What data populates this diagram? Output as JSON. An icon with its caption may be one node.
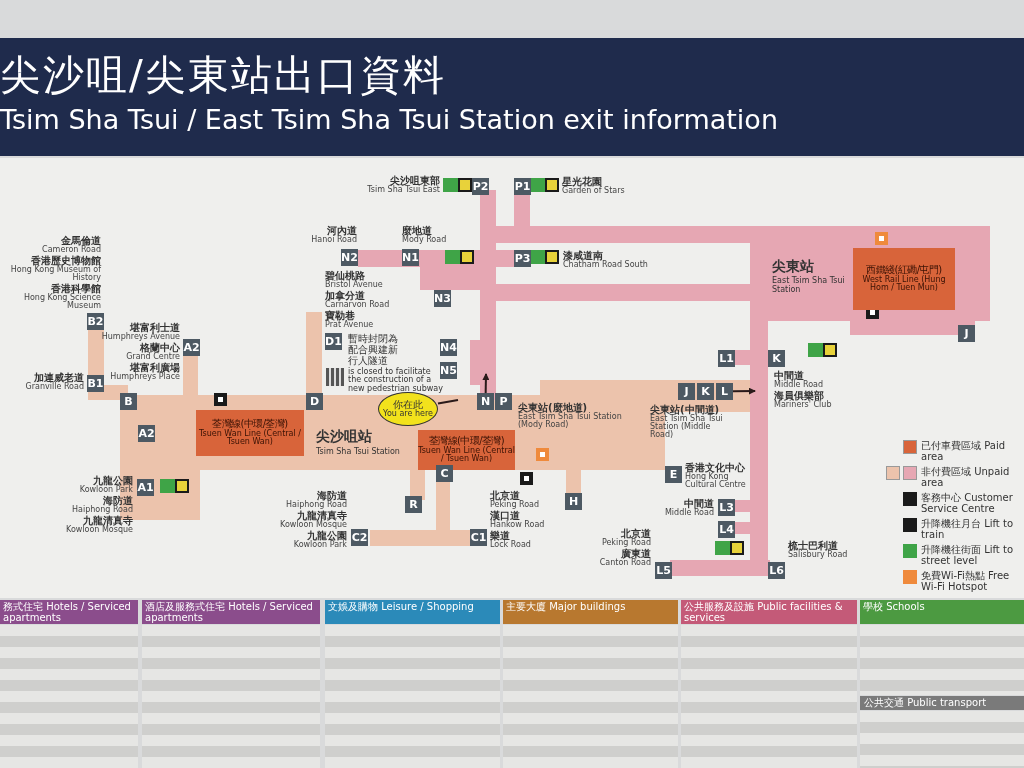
{
  "diagram": {
    "title": "尖沙咀/尖東站出口資料",
    "nodes": [
      {
        "text": [
          "P2"
        ],
        "beside": [
          "尖沙咀東部",
          "Tsim Sha Tsui East"
        ]
      },
      {
        "text": [
          "P1"
        ],
        "beside": [
          "星光花園",
          "Garden of Stars"
        ]
      },
      {
        "text": [
          "N2"
        ],
        "beside": [
          "河內道",
          "Hanoi Road"
        ]
      },
      {
        "text": [
          "N1"
        ],
        "beside": [
          "麼地道",
          "Mody Road"
        ]
      },
      {
        "text": [
          "P3"
        ],
        "beside": [
          "漆咸道南",
          "Chatham Road South"
        ]
      },
      {
        "text": [
          "N3"
        ]
      },
      {
        "text": [
          "B2"
        ],
        "beside": [
          "金馬倫道",
          "Cameron Road",
          "香港歷史博物館",
          "Hong Kong Museum of History",
          "香港科學館",
          "Hong Kong Science Museum"
        ]
      },
      {
        "text": [
          "D1"
        ],
        "beside": [
          "碧仙桃路",
          "Bristol Avenue",
          "加拿分道",
          "Carnarvon Road",
          "寶勒巷",
          "Prat Avenue"
        ]
      },
      {
        "text": [
          "N4"
        ]
      },
      {
        "text": [
          "N5"
        ]
      },
      {
        "text": [
          "A2"
        ],
        "beside": [
          "堪富利士道",
          "Humphreys Avenue",
          "格蘭中心",
          "Grand Centre",
          "堪富利廣場",
          "Humphreys Place"
        ]
      },
      {
        "text": [
          "B1"
        ],
        "beside": [
          "加連威老道",
          "Granville Road"
        ]
      },
      {
        "text": [
          "J"
        ]
      },
      {
        "text": [
          "L1"
        ]
      },
      {
        "text": [
          "B"
        ]
      },
      {
        "text": [
          "D"
        ]
      },
      {
        "text": [
          "N"
        ],
        "beside": [
          "尖東站(麼地道)",
          "East Tsim Sha Tsui Station (Mody Road)"
        ]
      },
      {
        "text": [
          "P"
        ]
      },
      {
        "text": [
          "J"
        ]
      },
      {
        "text": [
          "K"
        ],
        "beside": [
          "尖東站(中間道)",
          "East Tsim Sha Tsui Station (Middle Road)"
        ]
      },
      {
        "text": [
          "L"
        ]
      },
      {
        "text": [
          "K"
        ],
        "beside": [
          "中間道",
          "Middle Road",
          "海員俱樂部",
          "Mariners' Club"
        ]
      },
      {
        "text": [
          "A2"
        ]
      },
      {
        "text": [
          "荃灣線(中環/荃灣)",
          "Tsuen Wan Line (Central / Tsuen Wan)"
        ]
      },
      {
        "text": [
          "你在此",
          "You are here"
        ]
      },
      {
        "text": [
          "荃灣線(中環/荃灣)",
          "Tsuen Wan Line (Central / Tsuen Wan)"
        ]
      },
      {
        "text": [
          "西鐵綫(紅磡/屯門)",
          "West Rail Line (Hung Hom / Tuen Mun)"
        ]
      },
      {
        "text": [
          "C"
        ]
      },
      {
        "text": [
          "E"
        ],
        "beside": [
          "香港文化中心",
          "Hong Kong Cultural Centre"
        ]
      },
      {
        "text": [
          "A1"
        ],
        "beside": [
          "九龍公園",
          "Kowloon Park",
          "海防道",
          "Haiphong Road",
          "九龍清真寺",
          "Kowloon Mosque"
        ]
      },
      {
        "text": [
          "R"
        ]
      },
      {
        "text": [
          "H"
        ]
      },
      {
        "text": [
          "L3"
        ],
        "beside": [
          "中間道",
          "Middle Road"
        ]
      },
      {
        "text": [
          "L4"
        ]
      },
      {
        "text": [
          "C2"
        ],
        "beside": [
          "海防道",
          "Haiphong Road",
          "九龍清真寺",
          "Kowloon Mosque",
          "九龍公園",
          "Kowloon Park"
        ]
      },
      {
        "text": [
          "C1"
        ],
        "beside": [
          "北京道",
          "Peking Road",
          "漢口道",
          "Hankow Road",
          "樂道",
          "Lock Road"
        ]
      },
      {
        "text": [
          "L5"
        ],
        "beside": [
          "北京道",
          "Peking Road",
          "廣東道",
          "Canton Road"
        ]
      },
      {
        "text": [
          "L6"
        ],
        "beside": [
          "梳士巴利道",
          "Salisbury Road"
        ]
      }
    ],
    "edges": [
      {
        "from": 16,
        "to": null,
        "arrow": "to"
      },
      {
        "from": 20,
        "to": null,
        "arrow": "to"
      },
      {
        "from": 24,
        "to": null,
        "arrow": "none"
      }
    ],
    "labels": [
      "Tsim Sha Tsui / East Tsim Sha Tsui Station exit information",
      "尖沙咀站",
      "Tsim Sha Tsui Station",
      "尖東站",
      "East Tsim Sha Tsui Station",
      "暫時封閉為配合興建新行人隧道",
      "is closed to facilitate the construction of a new pedestrian subway",
      "務式住宅 Hotels / Serviced apartments",
      "酒店及服務式住宅 Hotels / Serviced apartments",
      "文娛及購物 Leisure / Shopping",
      "主要大廈 Major buildings",
      "公共服務及設施 Public facilities & services",
      "學校 Schools",
      "公共交通 Public transport"
    ],
    "legend": [
      {
        "text": "已付車費區域 Paid area",
        "color": "#d8643a"
      },
      {
        "text": "非付費區域 Unpaid area",
        "color": "#e6a7b3"
      },
      {
        "text": "客務中心 Customer Service Centre"
      },
      {
        "text": "升降機往月台 Lift to train"
      },
      {
        "text": "升降機往街面 Lift to street level"
      },
      {
        "text": "免費Wi-Fi熱點 Free Wi-Fi Hotspot"
      }
    ]
  }
}
